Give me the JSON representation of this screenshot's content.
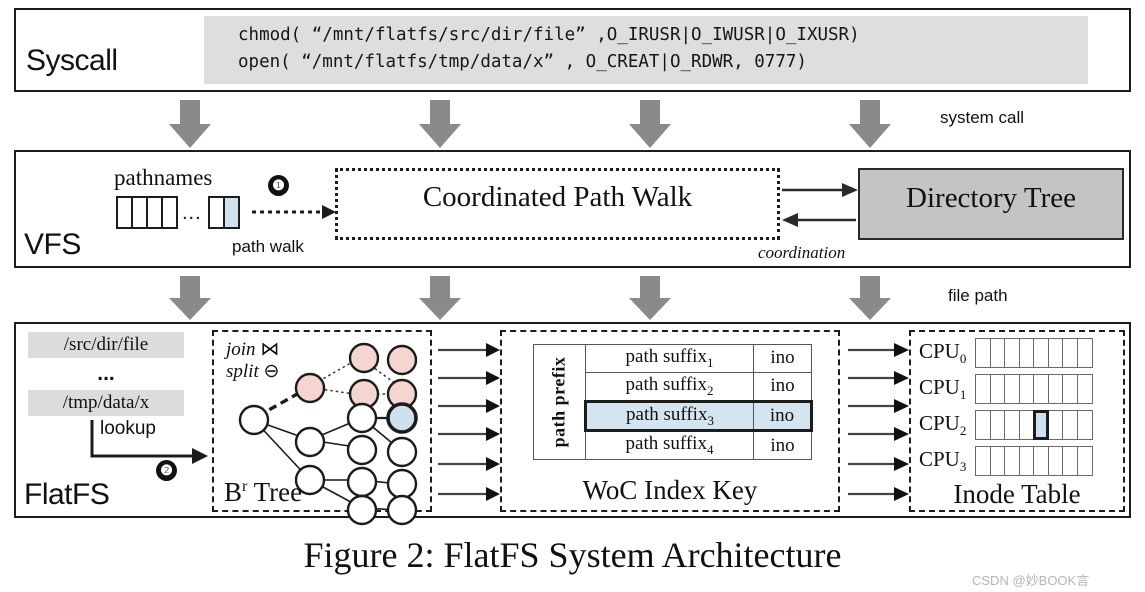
{
  "figure": {
    "caption": "Figure 2: FlatFS System Architecture",
    "watermark": "CSDN @妙BOOK言"
  },
  "syscall": {
    "label": "Syscall",
    "code_line1": "chmod( “/mnt/flatfs/src/dir/file” ,O_IRUSR|O_IWUSR|O_IXUSR)",
    "code_line2": "open( “/mnt/flatfs/tmp/data/x” , O_CREAT|O_RDWR, 0777)",
    "flow_label": "system call"
  },
  "vfs": {
    "label": "VFS",
    "pathnames_title": "pathnames",
    "cells_dots": "...",
    "step1": "❶",
    "path_walk_label": "path walk",
    "coordinated_path_walk": "Coordinated Path Walk",
    "directory_tree": "Directory Tree",
    "coordination_label": "coordination",
    "flow_label": "file path"
  },
  "flatfs": {
    "label": "FlatFS",
    "paths": [
      "/src/dir/file",
      "...",
      "/tmp/data/x"
    ],
    "lookup_label": "lookup",
    "step2": "❷",
    "tree": {
      "title_main": "B",
      "title_sup": "r",
      "title_rest": " Tree",
      "op_join": "join",
      "op_join_symbol": "⋈",
      "op_split": "split",
      "op_split_symbol": "⊖",
      "node_colors": {
        "pink": "#f5d5d0",
        "blue": "#cfe0ef",
        "white": "#ffffff",
        "stroke": "#1c1c1c"
      }
    },
    "woc": {
      "title": "WoC Index Key",
      "prefix_header": "path prefix",
      "rows": [
        {
          "suffix": "path suffix",
          "sub": "1",
          "ino": "ino",
          "highlighted": false
        },
        {
          "suffix": "path suffix",
          "sub": "2",
          "ino": "ino",
          "highlighted": false
        },
        {
          "suffix": "path suffix",
          "sub": "3",
          "ino": "ino",
          "highlighted": true
        },
        {
          "suffix": "path suffix",
          "sub": "4",
          "ino": "ino",
          "highlighted": false
        }
      ]
    },
    "inode": {
      "title": "Inode Table",
      "cpus": [
        {
          "label": "CPU",
          "sub": "0",
          "cells": 8,
          "highlight_index": -1
        },
        {
          "label": "CPU",
          "sub": "1",
          "cells": 8,
          "highlight_index": -1
        },
        {
          "label": "CPU",
          "sub": "2",
          "cells": 8,
          "highlight_index": 4
        },
        {
          "label": "CPU",
          "sub": "3",
          "cells": 8,
          "highlight_index": -1
        }
      ]
    }
  }
}
